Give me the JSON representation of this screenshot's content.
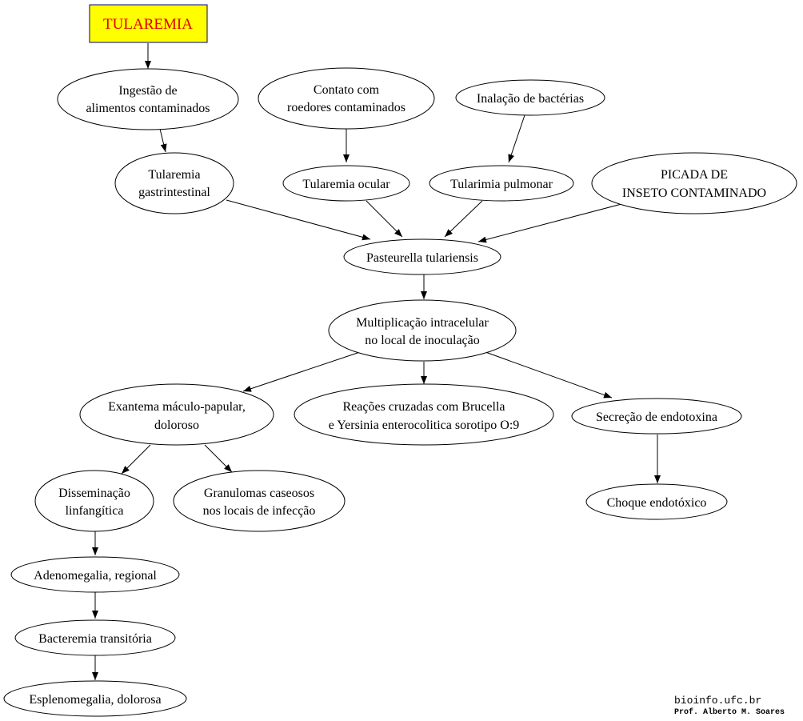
{
  "title": "TULAREMIA",
  "colors": {
    "title_fill": "#ffff00",
    "title_text": "#e00000",
    "title_border": "#000080"
  },
  "nodes": {
    "ingestao": [
      "Ingestão de",
      "alimentos contaminados"
    ],
    "contato": [
      "Contato com",
      "roedores contaminados"
    ],
    "inalacao": [
      "Inalação de bactérias"
    ],
    "gastro": [
      "Tularemia",
      "gastrintestinal"
    ],
    "ocular": [
      "Tularemia ocular"
    ],
    "pulmonar": [
      "Tularimia pulmonar"
    ],
    "picada": [
      "PICADA DE",
      "INSETO CONTAMINADO"
    ],
    "pasteurella": [
      "Pasteurella tulariensis"
    ],
    "multiplicacao": [
      "Multiplicação intracelular",
      "no local de inoculação"
    ],
    "exantema": [
      "Exantema máculo-papular,",
      "doloroso"
    ],
    "reacoes": [
      "Reações cruzadas com Brucella",
      "e Yersinia enterocolitica sorotipo O:9"
    ],
    "secrecao": [
      "Secreção de endotoxina"
    ],
    "disseminacao": [
      "Disseminação",
      "linfangítica"
    ],
    "granulomas": [
      "Granulomas caseosos",
      "nos locais de infecção"
    ],
    "choque": [
      "Choque endotóxico"
    ],
    "adenomegalia": [
      "Adenomegalia, regional"
    ],
    "bacteremia": [
      "Bacteremia transitória"
    ],
    "esplenomegalia": [
      "Esplenomegalia, dolorosa"
    ]
  },
  "credit": {
    "site": "bioinfo.ufc.br",
    "author": "Prof. Alberto M. Soares"
  }
}
